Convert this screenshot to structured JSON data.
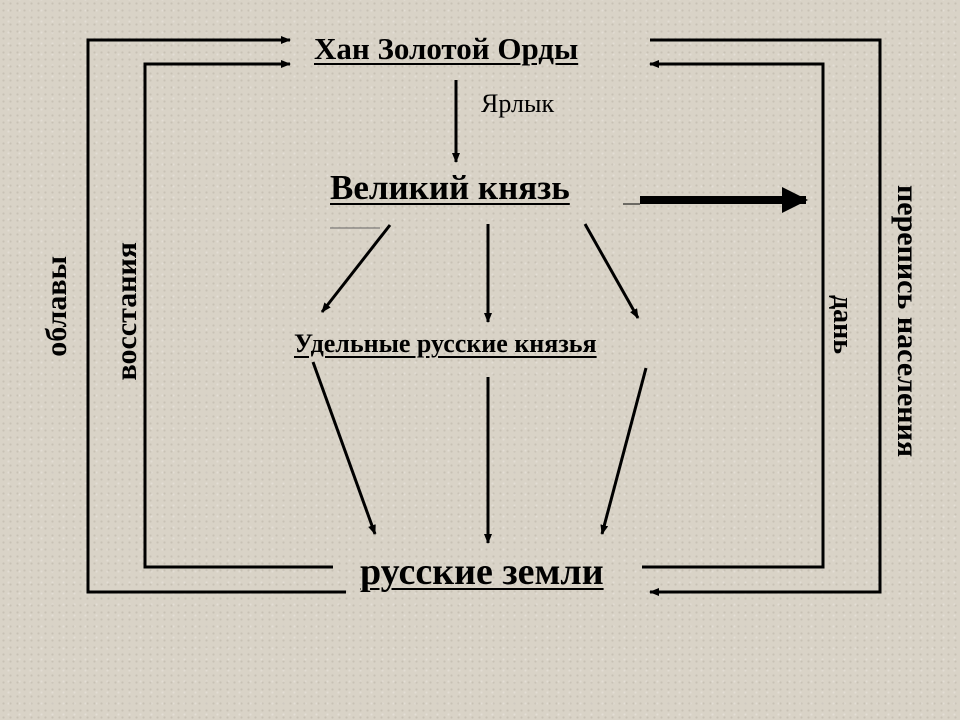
{
  "nodes": {
    "khan": "Хан Золотой Орды",
    "yarlyk": "Ярлык",
    "grand_prince": "Великий князь",
    "appanage": "Удельные русские князья",
    "lands": "русские земли"
  },
  "side_labels": {
    "raids": "облавы",
    "uprisings": "восстания",
    "tribute": "дань",
    "census": "перепись населения"
  }
}
